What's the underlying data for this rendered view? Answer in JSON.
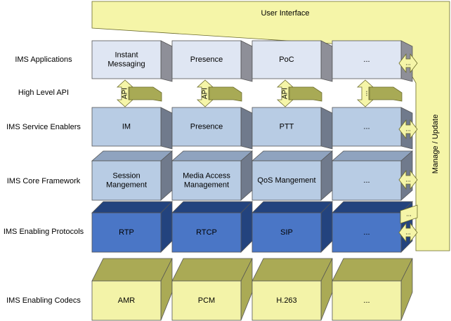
{
  "ui_frame": {
    "top_label": "User Interface",
    "side_label": "Manage / Update"
  },
  "rows": [
    {
      "label": "IMS Applications",
      "boxes": [
        {
          "lines": [
            "Instant",
            "Messaging"
          ]
        },
        {
          "lines": [
            "Presence"
          ]
        },
        {
          "lines": [
            "PoC"
          ]
        },
        {
          "lines": [
            "..."
          ]
        }
      ]
    },
    {
      "label": "High Level API",
      "api_labels": [
        "API",
        "API",
        "API",
        "..."
      ]
    },
    {
      "label": "IMS Service Enablers",
      "boxes": [
        {
          "lines": [
            "IM"
          ]
        },
        {
          "lines": [
            "Presence"
          ]
        },
        {
          "lines": [
            "PTT"
          ]
        },
        {
          "lines": [
            "..."
          ]
        }
      ]
    },
    {
      "label": "IMS Core Framework",
      "boxes": [
        {
          "lines": [
            "Session",
            "Mangement"
          ]
        },
        {
          "lines": [
            "Media Access",
            "Management"
          ]
        },
        {
          "lines": [
            "QoS Mangement"
          ]
        },
        {
          "lines": [
            "..."
          ]
        }
      ]
    },
    {
      "label": "IMS Enabling Protocols",
      "boxes": [
        {
          "lines": [
            "RTP"
          ]
        },
        {
          "lines": [
            "RTCP"
          ]
        },
        {
          "lines": [
            "SIP"
          ]
        },
        {
          "lines": [
            "..."
          ]
        }
      ]
    },
    {
      "label": "IMS Enabling Codecs",
      "boxes": [
        {
          "lines": [
            "AMR"
          ]
        },
        {
          "lines": [
            "PCM"
          ]
        },
        {
          "lines": [
            "H.263"
          ]
        },
        {
          "lines": [
            "..."
          ]
        }
      ]
    }
  ],
  "side_arrow_labels": [
    "...",
    "...",
    "...",
    "...",
    "..."
  ],
  "colors": {
    "frame_fill": "#f5f5a8",
    "frame_stroke": "#6a6a2a",
    "app_face": "#dfe6f3",
    "app_side": "#8e8f98",
    "enabler_face": "#b8cce4",
    "enabler_side": "#707a8c",
    "core_face": "#b8cce4",
    "core_side": "#707a8c",
    "proto_face": "#4a76c6",
    "proto_side": "#23437e",
    "codec_face": "#f3f3a8",
    "codec_side": "#aaaa55",
    "arrow_fill": "#f5f5a8",
    "api_arrow_dark": "#a8aa55"
  }
}
